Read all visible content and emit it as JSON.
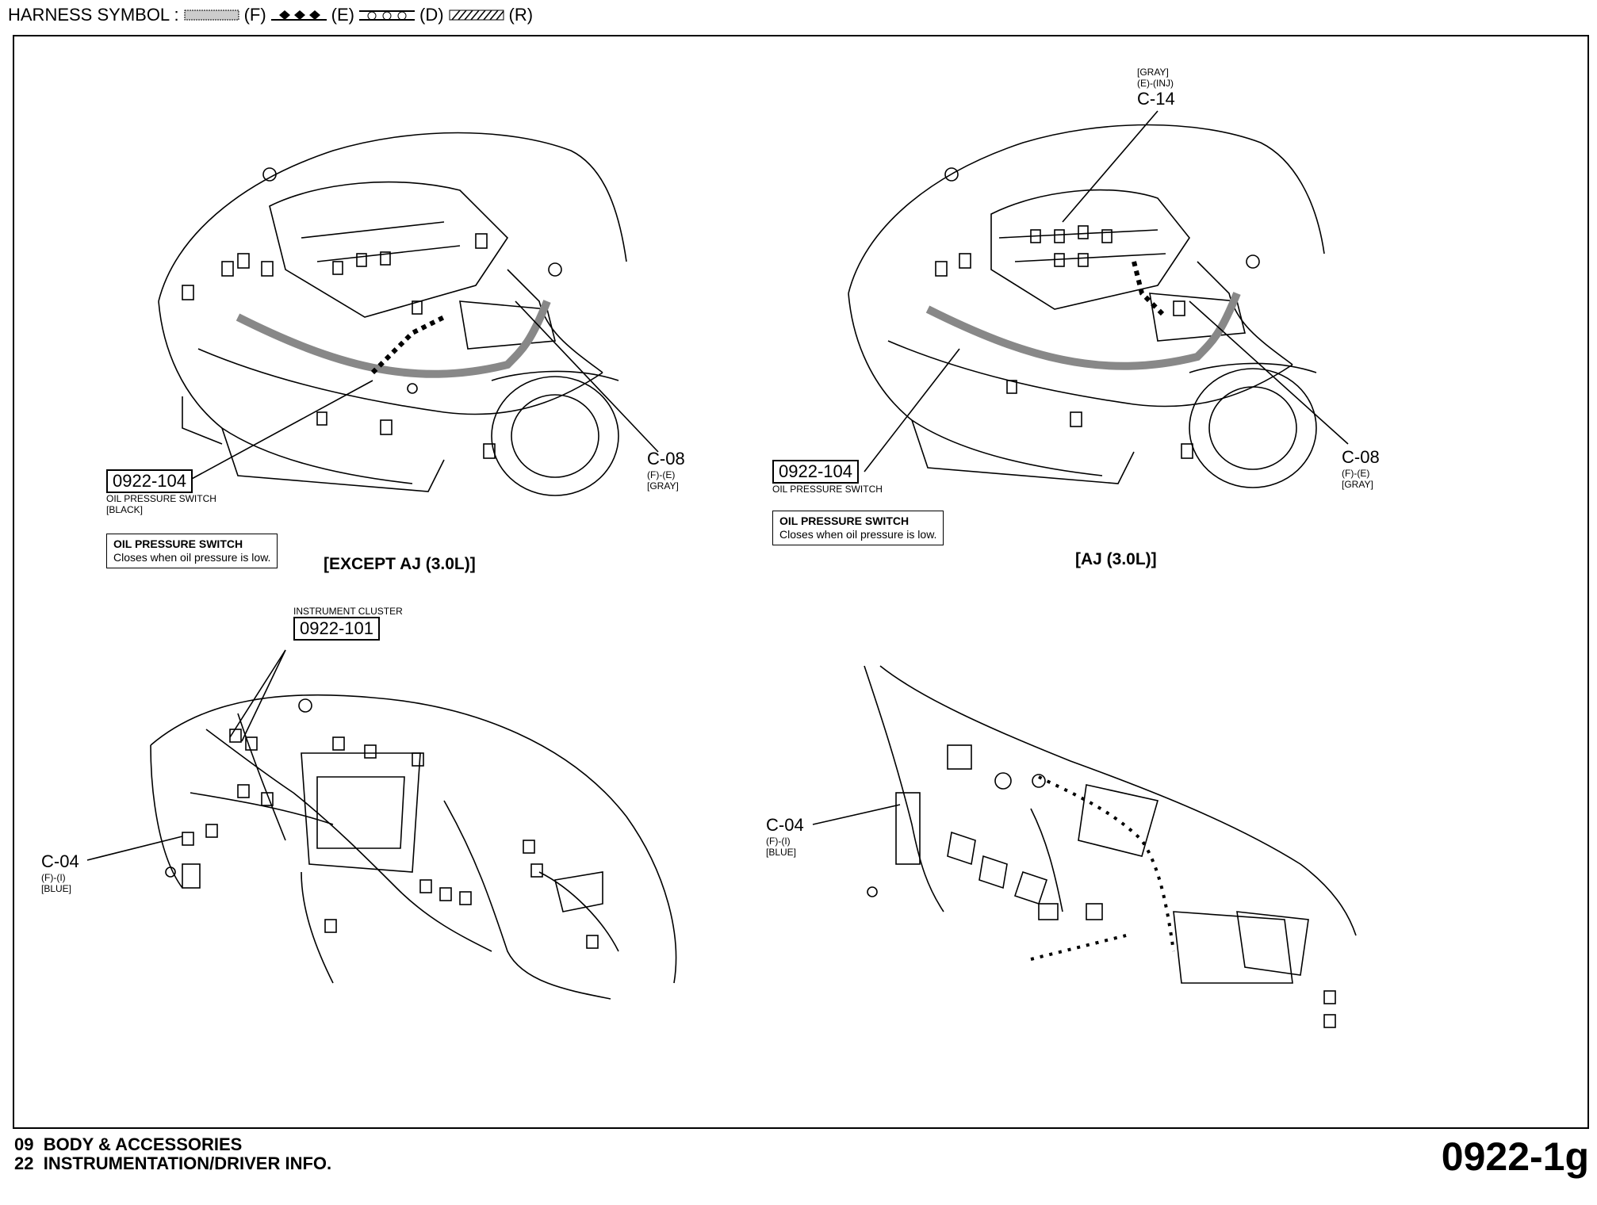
{
  "header": {
    "title": "HARNESS SYMBOL :",
    "symbols": [
      {
        "code": "(F)"
      },
      {
        "code": "(E)"
      },
      {
        "code": "(D)"
      },
      {
        "code": "(R)"
      }
    ]
  },
  "top_left": {
    "connector_id": "0922-104",
    "connector_name": "OIL PRESSURE SWITCH",
    "connector_color": "[BLACK]",
    "c08": {
      "label": "C-08",
      "code": "(F)-(E)",
      "color": "[GRAY]"
    },
    "note_title": "OIL PRESSURE SWITCH",
    "note_text": "Closes when oil pressure is low.",
    "caption": "[EXCEPT AJ (3.0L)]"
  },
  "top_right": {
    "c14": {
      "color": "[GRAY]",
      "code": "(E)-(INJ)",
      "label": "C-14"
    },
    "connector_id": "0922-104",
    "connector_name": "OIL PRESSURE SWITCH",
    "c08": {
      "label": "C-08",
      "code": "(F)-(E)",
      "color": "[GRAY]"
    },
    "note_title": "OIL PRESSURE SWITCH",
    "note_text": "Closes when oil pressure is low.",
    "caption": "[AJ (3.0L)]"
  },
  "bottom_left": {
    "cluster_name": "INSTRUMENT CLUSTER",
    "connector_id": "0922-101",
    "c04": {
      "label": "C-04",
      "code": "(F)-(I)",
      "color": "[BLUE]"
    }
  },
  "bottom_right": {
    "c04": {
      "label": "C-04",
      "code": "(F)-(I)",
      "color": "[BLUE]"
    }
  },
  "footer": {
    "line1_num": "09",
    "line1_text": "BODY & ACCESSORIES",
    "line2_num": "22",
    "line2_text": "INSTRUMENTATION/DRIVER INFO.",
    "page_number": "0922-1g"
  }
}
